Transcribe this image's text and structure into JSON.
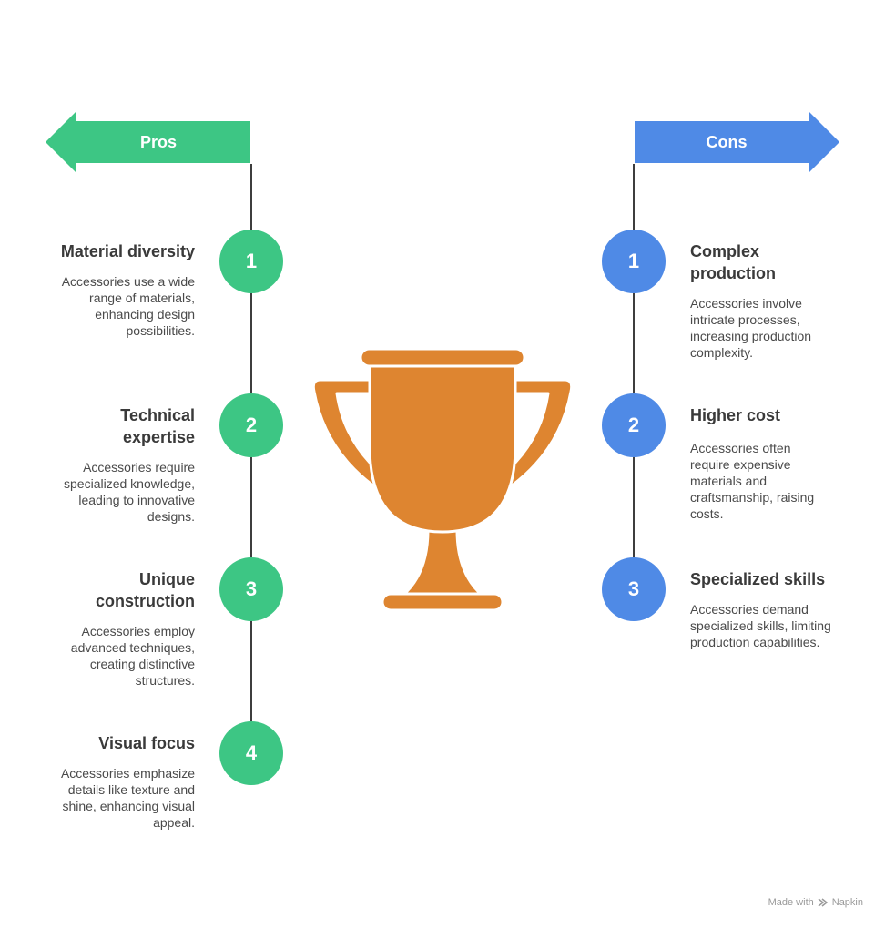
{
  "colors": {
    "pros": "#3dc684",
    "cons": "#4f8ae6",
    "trophy": "#de8530",
    "line": "#3d3d3d"
  },
  "pros": {
    "label": "Pros",
    "items": [
      {
        "number": "1",
        "title": "Material diversity",
        "description": "Accessories use a wide range of materials, enhancing design possibilities."
      },
      {
        "number": "2",
        "title": "Technical expertise",
        "description": "Accessories require specialized knowledge, leading to innovative designs."
      },
      {
        "number": "3",
        "title": "Unique construction",
        "description": "Accessories employ advanced techniques, creating distinctive structures."
      },
      {
        "number": "4",
        "title": "Visual focus",
        "description": "Accessories emphasize details like texture and shine, enhancing visual appeal."
      }
    ]
  },
  "cons": {
    "label": "Cons",
    "items": [
      {
        "number": "1",
        "title": "Complex production",
        "description": "Accessories involve intricate processes, increasing production complexity."
      },
      {
        "number": "2",
        "title": "Higher cost",
        "description": "Accessories often require expensive materials and craftsmanship, raising costs."
      },
      {
        "number": "3",
        "title": "Specialized skills",
        "description": "Accessories demand specialized skills, limiting production capabilities."
      }
    ]
  },
  "center_icon": "trophy-icon",
  "footer": {
    "made_with": "Made with",
    "brand": "Napkin"
  }
}
